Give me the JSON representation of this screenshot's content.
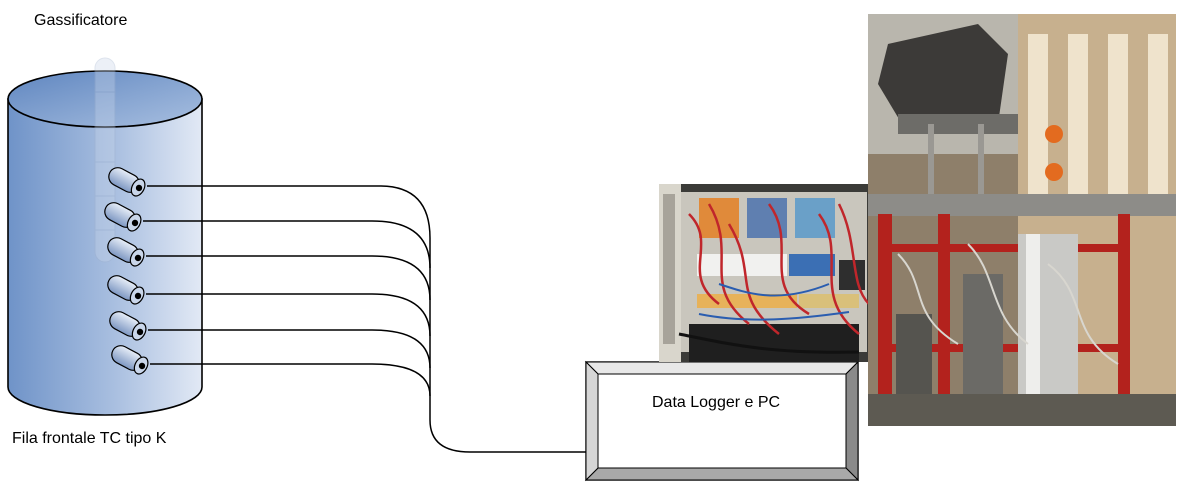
{
  "title": "Gassificatore",
  "caption": "Fila frontale TC tipo K",
  "logger_label": "Data Logger e PC",
  "thermocouple_count": 6,
  "colors": {
    "vessel_top": "#6f95cc",
    "vessel_side_light": "#dfe6f3",
    "probe_fill": "#9fb3d3",
    "logger_bevel": "#b8b8b8"
  }
}
